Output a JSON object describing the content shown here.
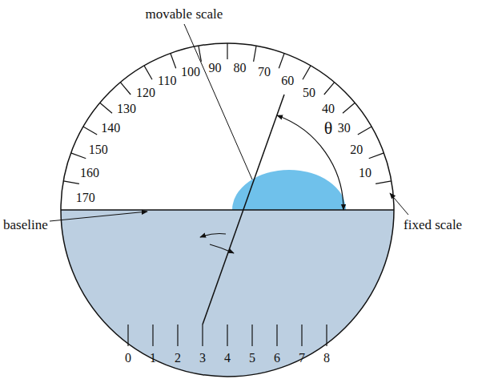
{
  "diagram": {
    "labels": [
      "movable scale",
      "10",
      "20",
      "30",
      "40",
      "50",
      "60",
      "70",
      "80",
      "90",
      "100",
      "110",
      "120",
      "130",
      "140",
      "150",
      "160",
      "170",
      "θ",
      "fixed scale",
      "baseline",
      "0",
      "1",
      "2",
      "3",
      "4",
      "5",
      "6",
      "7",
      "8"
    ]
  }
}
